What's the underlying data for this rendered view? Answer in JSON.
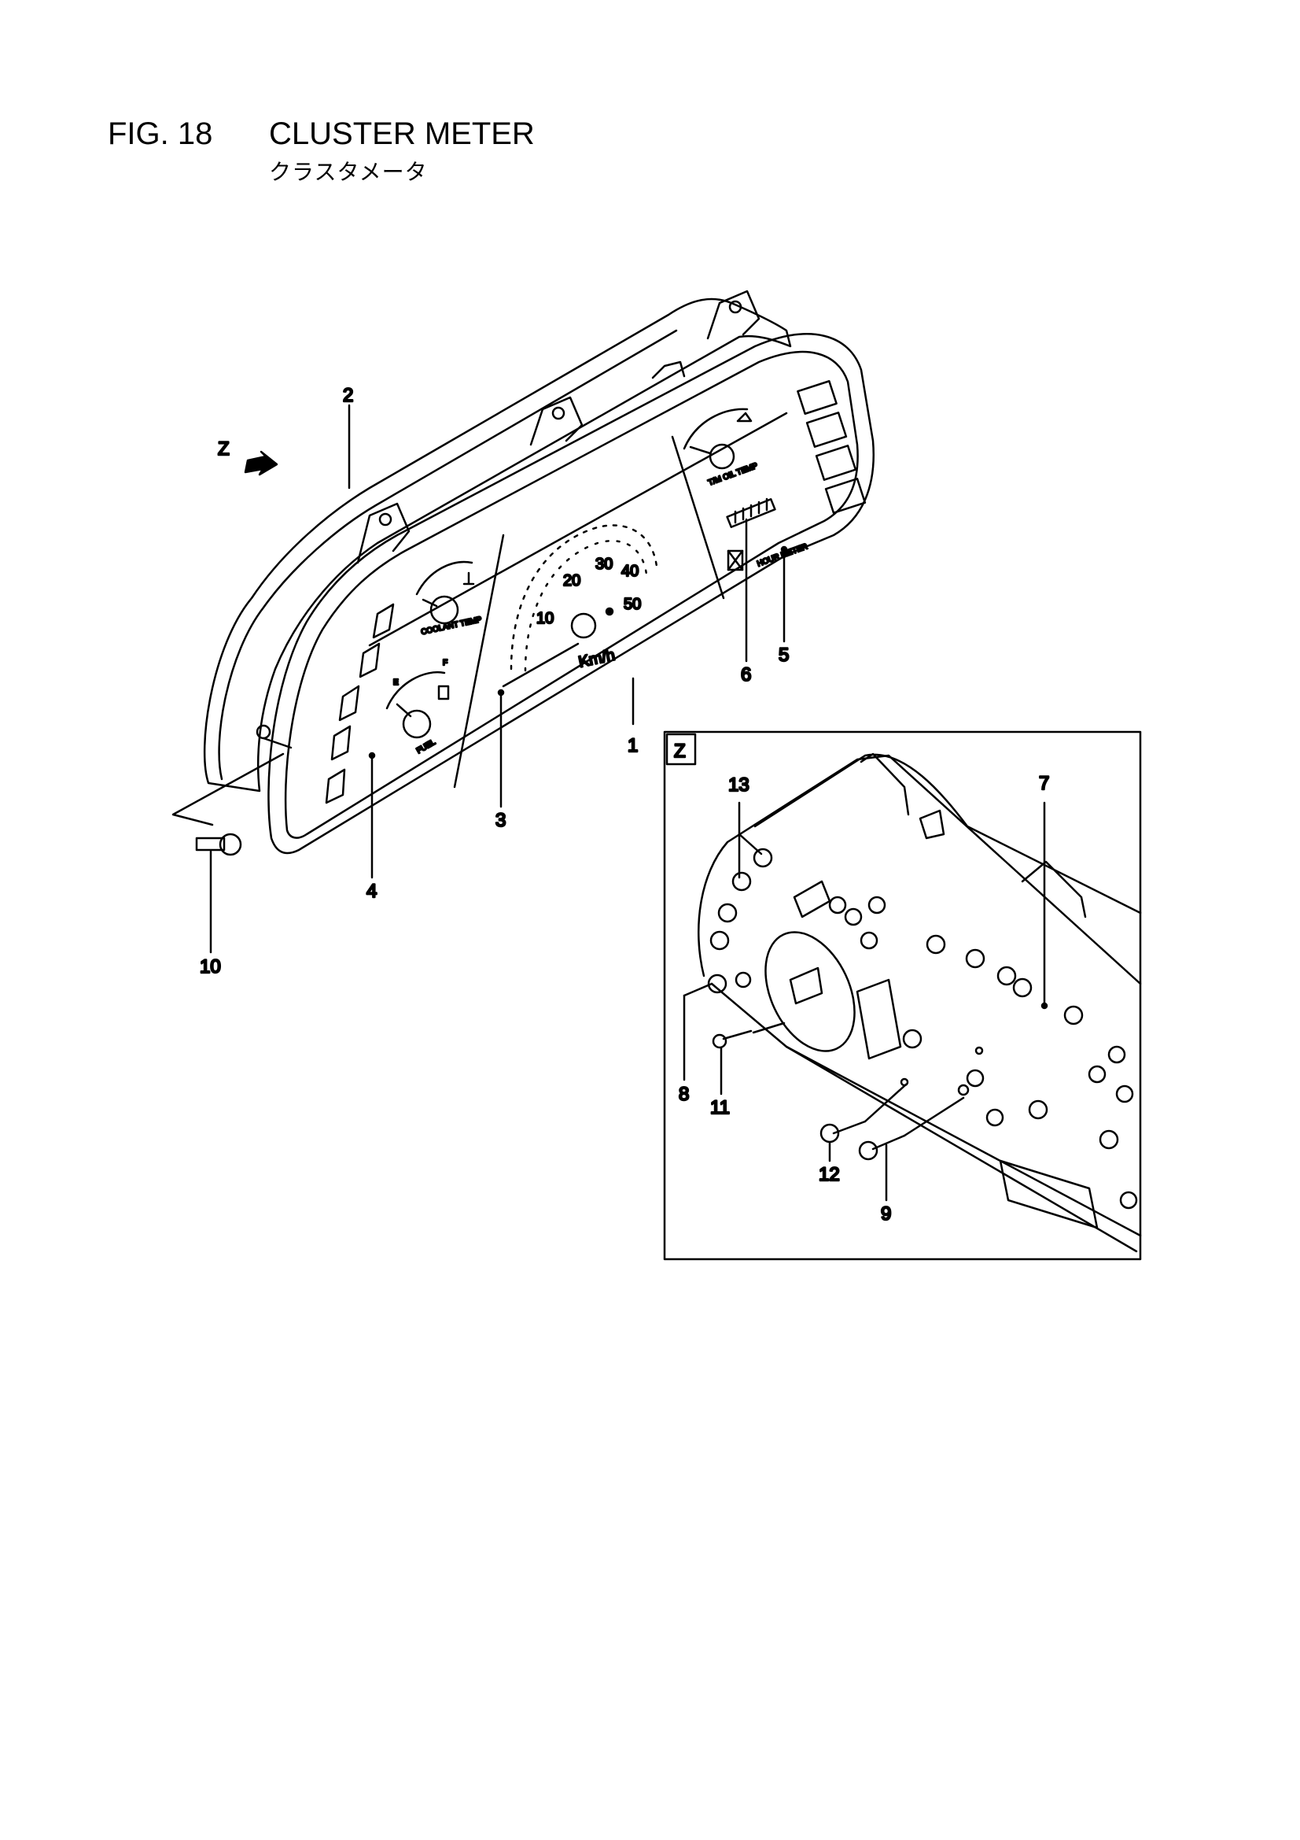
{
  "figure": {
    "number": "FIG. 18",
    "title": "CLUSTER METER",
    "subtitle": "クラスタメータ"
  },
  "view_marker": "Z",
  "inset_label": "Z",
  "gauge_labels": {
    "coolant": "COOLANT TEMP",
    "fuel": "FUEL",
    "fuel_empty": "E",
    "fuel_full": "F",
    "tm_oil": "T/M OIL TEMP",
    "hour_meter": "HOUR METER",
    "speed_unit": "Km/h",
    "speed_ticks": [
      "10",
      "20",
      "30",
      "40",
      "50"
    ]
  },
  "callouts": [
    "1",
    "2",
    "3",
    "4",
    "5",
    "6",
    "7",
    "8",
    "9",
    "10",
    "11",
    "12",
    "13"
  ]
}
